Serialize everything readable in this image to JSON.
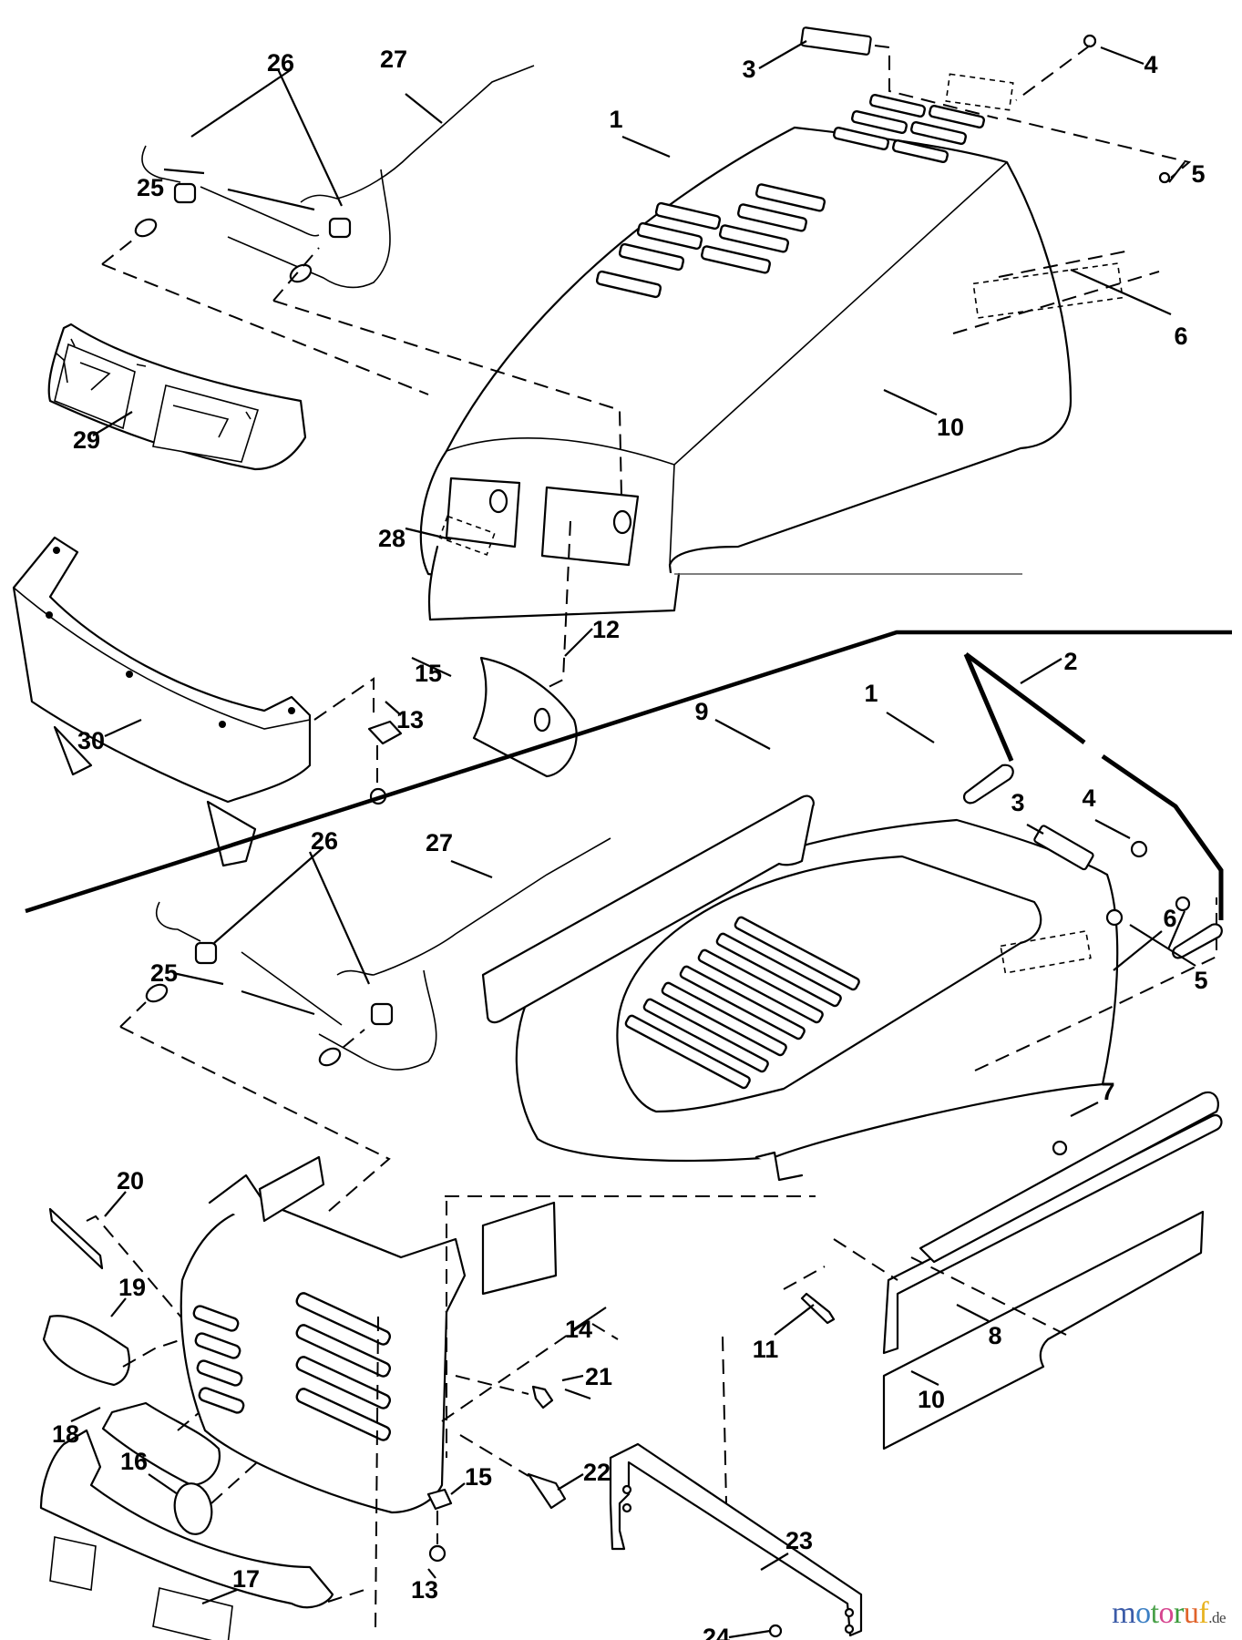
{
  "diagram": {
    "title": "Hood and grille assembly exploded parts diagram",
    "upper_assembly_callouts": [
      "1",
      "3",
      "4",
      "5",
      "6",
      "10",
      "12",
      "13",
      "15",
      "25",
      "26",
      "27",
      "28",
      "29",
      "30"
    ],
    "lower_assembly_callouts": [
      "1",
      "2",
      "3",
      "4",
      "5",
      "6",
      "7",
      "8",
      "9",
      "10",
      "11",
      "13",
      "14",
      "15",
      "16",
      "17",
      "18",
      "19",
      "20",
      "21",
      "22",
      "23",
      "24",
      "25",
      "26",
      "27"
    ]
  },
  "watermark": {
    "letters": [
      {
        "ch": "m",
        "color": "#3b5ba8"
      },
      {
        "ch": "o",
        "color": "#3b7fc4"
      },
      {
        "ch": "t",
        "color": "#4aa14a"
      },
      {
        "ch": "o",
        "color": "#d6458f"
      },
      {
        "ch": "r",
        "color": "#3a9a3a"
      },
      {
        "ch": "u",
        "color": "#e0632a"
      },
      {
        "ch": "f",
        "color": "#e8b321"
      }
    ],
    "suffix": ".de"
  }
}
